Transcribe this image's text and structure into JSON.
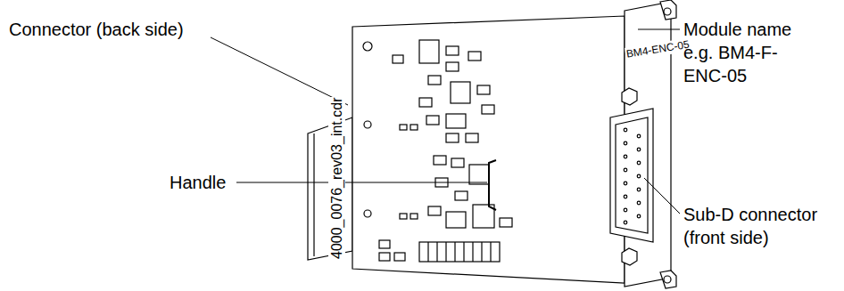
{
  "diagram": {
    "labels": [
      "Connector (back side)",
      "4000_0076_rev03_int.cdr",
      "BM4-ENC-05",
      "Module name e.g. BM4-F-ENC-05",
      "Handle",
      "Sub-D connector (front side)"
    ]
  }
}
